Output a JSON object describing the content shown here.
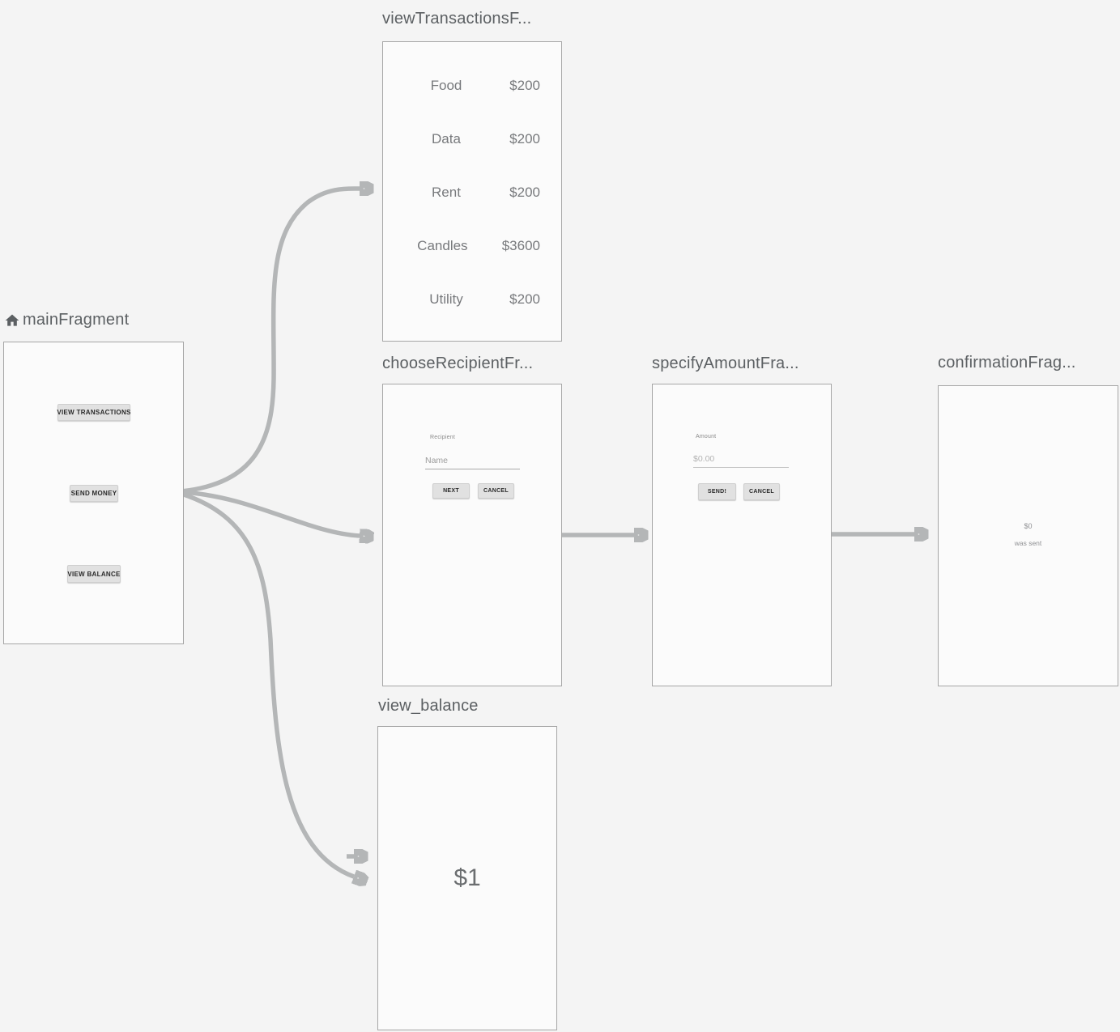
{
  "colors": {
    "canvas_bg": "#f4f4f4",
    "panel_bg": "#fbfbfb",
    "panel_border": "#a6a6a6",
    "arrow": "#b4b6b7",
    "title_text": "#5c6063",
    "preview_text": "#77797c",
    "button_bg": "#e1e1e1",
    "button_text": "#2a2a2a",
    "hint_text": "#9b9b9b"
  },
  "fragments": {
    "main": {
      "title": "mainFragment",
      "home_icon": "home-icon",
      "buttons": {
        "view_transactions": "VIEW TRANSACTIONS",
        "send_money": "SEND MONEY",
        "view_balance": "VIEW BALANCE"
      }
    },
    "view_transactions": {
      "title": "viewTransactionsF...",
      "rows": [
        {
          "label": "Food",
          "amount": "$200"
        },
        {
          "label": "Data",
          "amount": "$200"
        },
        {
          "label": "Rent",
          "amount": "$200"
        },
        {
          "label": "Candles",
          "amount": "$3600"
        },
        {
          "label": "Utility",
          "amount": "$200"
        }
      ]
    },
    "choose_recipient": {
      "title": "chooseRecipientFr...",
      "field_label": "Recipient",
      "input_placeholder": "Name",
      "next_button": "NEXT",
      "cancel_button": "CANCEL"
    },
    "specify_amount": {
      "title": "specifyAmountFra...",
      "field_label": "Amount",
      "input_placeholder": "$0.00",
      "send_button": "SEND!",
      "cancel_button": "CANCEL"
    },
    "confirmation": {
      "title": "confirmationFrag...",
      "amount": "$0",
      "caption": "was sent"
    },
    "view_balance": {
      "title": "view_balance",
      "balance": "$1"
    }
  }
}
